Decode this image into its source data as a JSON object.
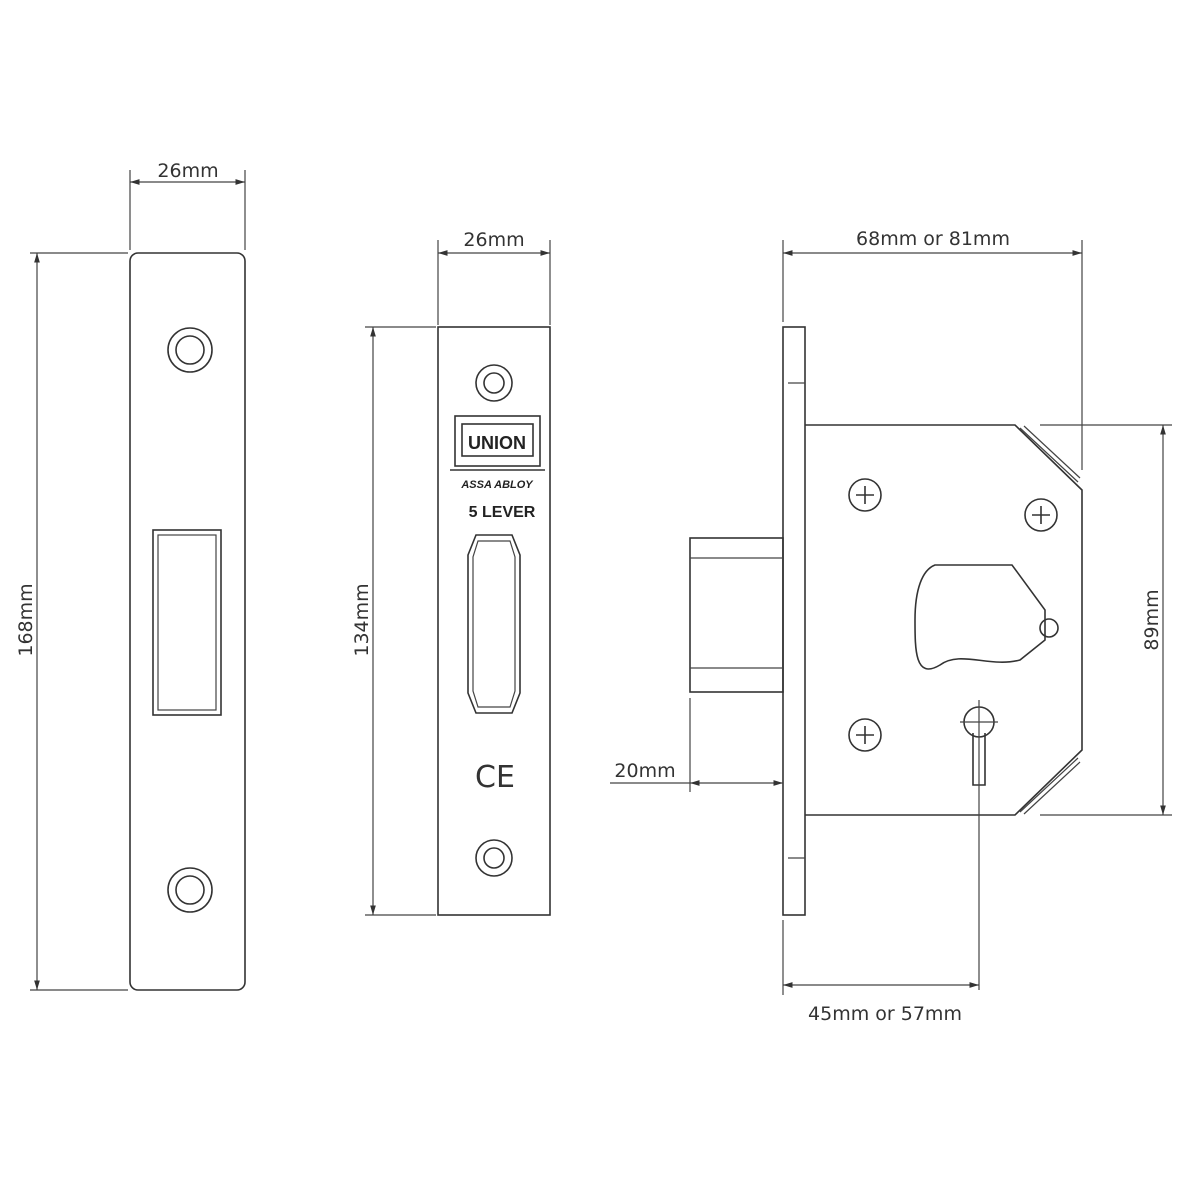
{
  "title": "5 lever deadlock dimension drawing",
  "strike_plate": {
    "width_label": "26mm",
    "height_label": "168mm"
  },
  "forend": {
    "width_label": "26mm",
    "height_label": "134mm",
    "brand_logo": "UNION",
    "brand_sub": "ASSA ABLOY",
    "lever_label": "5 LEVER",
    "ce_mark": "CE"
  },
  "lock_body": {
    "case_width_label": "68mm or 81mm",
    "case_height_label": "89mm",
    "bolt_throw_label": "20mm",
    "backset_label": "45mm or 57mm"
  }
}
